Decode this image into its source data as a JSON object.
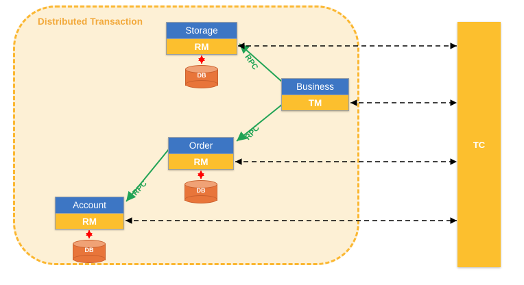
{
  "container": {
    "title": "Distributed Transaction",
    "border_color": "#fbb731",
    "fill_color": "#fdf0d5"
  },
  "nodes": [
    {
      "id": "storage",
      "title": "Storage",
      "role": "RM",
      "db": "DB"
    },
    {
      "id": "business",
      "title": "Business",
      "role": "TM",
      "db": null
    },
    {
      "id": "order",
      "title": "Order",
      "role": "RM",
      "db": "DB"
    },
    {
      "id": "account",
      "title": "Account",
      "role": "RM",
      "db": "DB"
    }
  ],
  "coordinator": {
    "label": "TC",
    "color": "#fcbf2e"
  },
  "rpc_links": [
    {
      "label": "RPC",
      "from": "business",
      "to": "storage"
    },
    {
      "label": "RPC",
      "from": "business",
      "to": "order"
    },
    {
      "label": "RPC",
      "from": "order",
      "to": "account"
    }
  ],
  "colors": {
    "node_header": "#3d76c4",
    "node_body": "#fcbf2e",
    "rpc_line": "#21a355",
    "tc_link_line": "#000000",
    "db_fill": "#e8753a",
    "db_top": "#f0a276",
    "db_link": "#ff0000",
    "title_text": "#f2a93b"
  }
}
